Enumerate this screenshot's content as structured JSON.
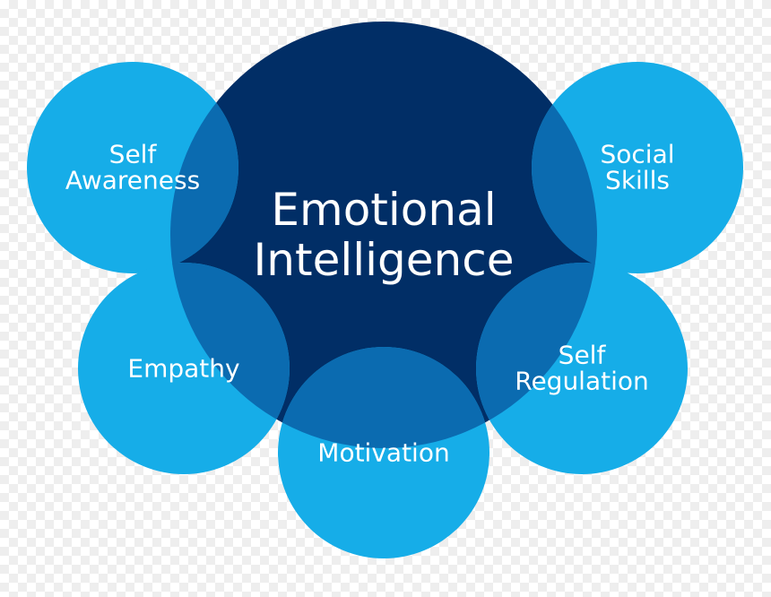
{
  "center": {
    "lines": [
      "Emotional",
      "Intelligence"
    ],
    "color": "#012e66"
  },
  "nodes": [
    {
      "id": "self-awareness",
      "lines": [
        "Self",
        "Awareness"
      ]
    },
    {
      "id": "social-skills",
      "lines": [
        "Social",
        "Skills"
      ]
    },
    {
      "id": "empathy",
      "lines": [
        "Empathy"
      ]
    },
    {
      "id": "self-regulation",
      "lines": [
        "Self",
        "Regulation"
      ]
    },
    {
      "id": "motivation",
      "lines": [
        "Motivation"
      ]
    }
  ],
  "colors": {
    "node": "#16ade8",
    "overlap": "#0b6bb0",
    "text": "#ffffff"
  }
}
